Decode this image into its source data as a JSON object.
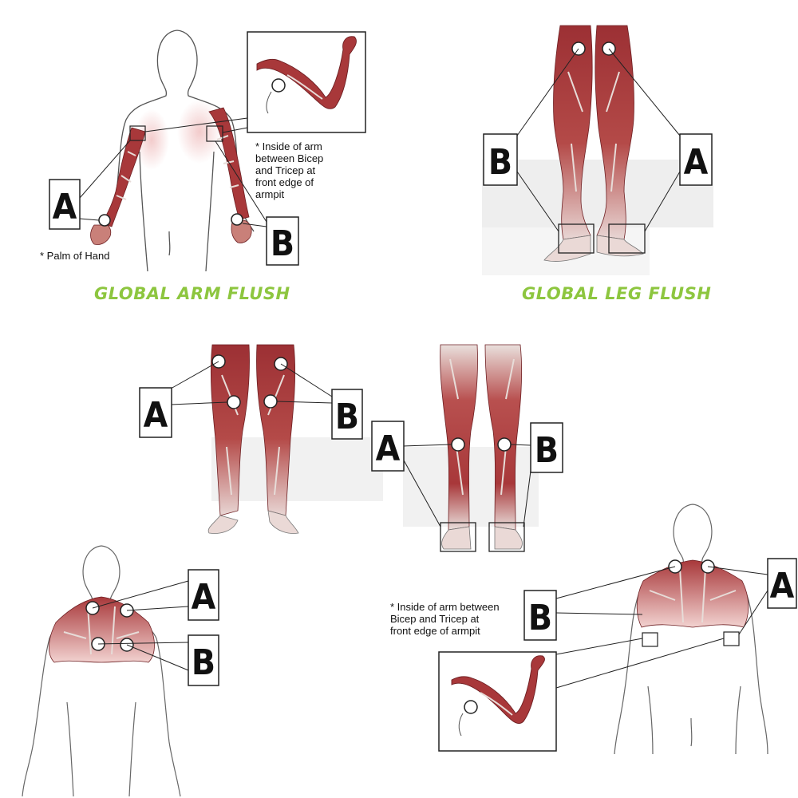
{
  "colors": {
    "muscle": "#a8383a",
    "muscle_dark": "#6e1f22",
    "muscle_light": "#d98a86",
    "tendon": "#e7dcd8",
    "outline": "#4a4a4a",
    "title_green": "#8dc63f",
    "label_border": "#222222",
    "shadow": "#eeeeee"
  },
  "panels": {
    "arm": {
      "title": "GLOBAL ARM FLUSH",
      "label_a": "A",
      "label_b": "B",
      "note_palm": "* Palm of Hand",
      "note_inside": "* Inside of arm\nbetween Bicep\nand Tricep at\nfront edge of\narmpit"
    },
    "leg": {
      "title": "GLOBAL LEG FLUSH",
      "label_a": "A",
      "label_b": "B"
    },
    "thigh": {
      "label_a": "A",
      "label_b": "B"
    },
    "calf": {
      "label_a": "A",
      "label_b": "B"
    },
    "neck": {
      "label_a": "A",
      "label_b": "B"
    },
    "shoulder": {
      "label_a": "A",
      "label_b": "B",
      "note_inside": "* Inside of arm between\nBicep and Tricep at\nfront edge of armpit"
    }
  }
}
